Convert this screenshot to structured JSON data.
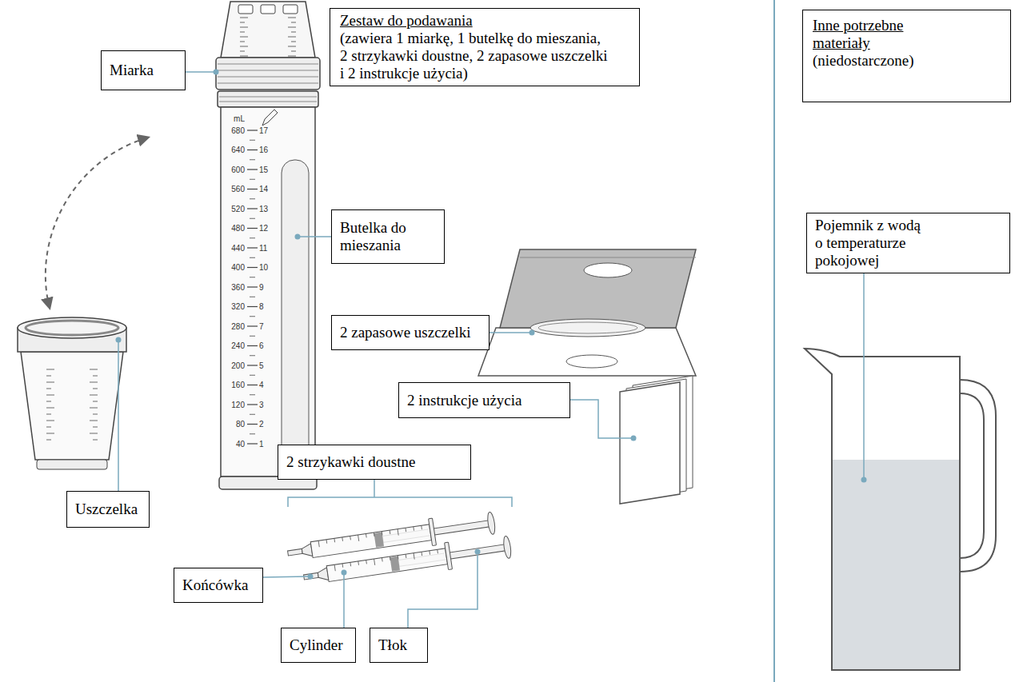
{
  "diagram": {
    "nodes": [
      {
        "text": [
          "Zestaw do podawania",
          "(zawiera 1 miarkę, 1 butelkę do mieszania, 2 strzykawki doustne, 2 zapasowe uszczelki i 2 instrukcje użycia)"
        ]
      },
      {
        "text": [
          "Miarka"
        ]
      },
      {
        "text": [
          "Butelka do mieszania"
        ]
      },
      {
        "text": [
          "2 zapasowe uszczelki"
        ]
      },
      {
        "text": [
          "Uszczelka"
        ]
      },
      {
        "text": [
          "2 instrukcje użycia"
        ]
      },
      {
        "text": [
          "2 strzykawki doustne"
        ]
      },
      {
        "text": [
          "Końcówka"
        ]
      },
      {
        "text": [
          "Cylinder"
        ]
      },
      {
        "text": [
          "Tłok"
        ]
      },
      {
        "text": [
          "Inne potrzebne materiały",
          "(niedostarczone)"
        ]
      },
      {
        "text": [
          "Pojemnik z wodą o temperaturze pokojowej"
        ]
      }
    ],
    "labels": [
      "mL",
      "680",
      "640",
      "600",
      "560",
      "520",
      "480",
      "440",
      "400",
      "360",
      "320",
      "280",
      "240",
      "200",
      "160",
      "120",
      "80",
      "40",
      "17",
      "16",
      "15",
      "14",
      "13",
      "12",
      "11",
      "10",
      "9",
      "8",
      "7",
      "6",
      "5",
      "4",
      "3",
      "2",
      "1"
    ]
  }
}
